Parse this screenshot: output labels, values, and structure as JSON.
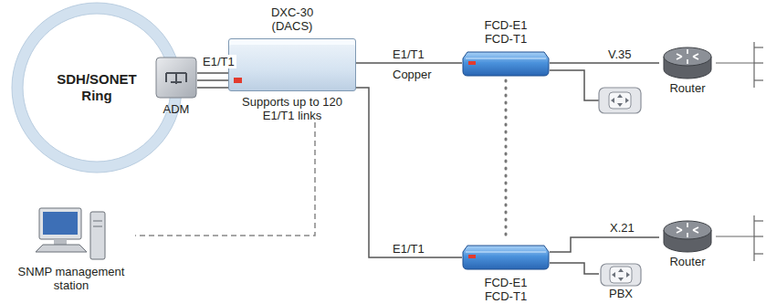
{
  "diagram": {
    "nodes": [
      {
        "text": [
          "SDH/SONET Ring"
        ]
      },
      {
        "text": [
          "ADM"
        ]
      },
      {
        "text": [
          "DXC-30 (DACS)",
          "Supports up to 120 E1/T1 links"
        ]
      },
      {
        "text": [
          "FCD-E1 FCD-T1"
        ]
      },
      {
        "text": [
          "Router"
        ]
      },
      {
        "text": [
          "FCD-E1 FCD-T1"
        ]
      },
      {
        "text": [
          "Router"
        ]
      },
      {
        "text": [
          "PBX"
        ]
      },
      {
        "text": [
          "SNMP management station"
        ]
      }
    ],
    "edges": [
      {
        "from": 1,
        "to": 2,
        "arrow": "none",
        "label": "E1/T1"
      },
      {
        "from": 1,
        "to": 2,
        "arrow": "none"
      },
      {
        "from": 1,
        "to": 2,
        "arrow": "none"
      },
      {
        "from": 2,
        "to": 3,
        "arrow": "none",
        "label": "E1/T1"
      },
      {
        "from": 2,
        "to": 5,
        "arrow": "none",
        "label": "E1/T1"
      },
      {
        "from": 3,
        "to": 4,
        "arrow": "none",
        "label": "V.35"
      },
      {
        "from": 5,
        "to": 6,
        "arrow": "none",
        "label": "X.21"
      },
      {
        "from": 5,
        "to": 7,
        "arrow": "none"
      },
      {
        "from": 2,
        "to": 8,
        "arrow": "none"
      }
    ],
    "labels": [
      "Copper"
    ]
  }
}
